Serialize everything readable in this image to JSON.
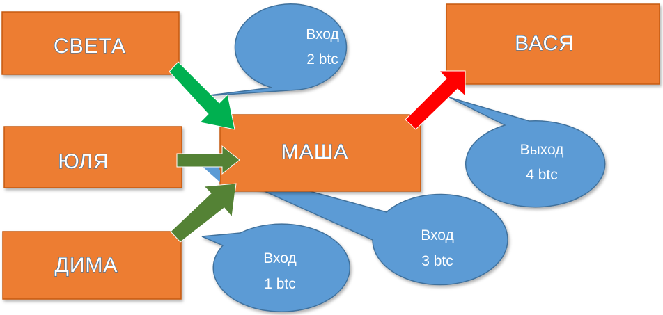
{
  "colors": {
    "node_fill": "#ed7d31",
    "node_border": "#c55a11",
    "callout_fill": "#5b9bd5",
    "callout_border": "#41719c",
    "arrow_sveta": "#00b050",
    "arrow_yulia": "#548235",
    "arrow_dima": "#548235",
    "arrow_vasya": "#ff0000"
  },
  "nodes": {
    "sveta": "СВЕТА",
    "yulia": "ЮЛЯ",
    "dima": "ДИМА",
    "masha": "МАША",
    "vasya": "ВАСЯ"
  },
  "callouts": {
    "sveta_in": {
      "line1": "Вход",
      "line2": "2 btc"
    },
    "dima_in": {
      "line1": "Вход",
      "line2": "1 btc"
    },
    "yulia_in": {
      "line1": "Вход",
      "line2": "3 btc"
    },
    "vasya_out": {
      "line1": "Выход",
      "line2": "4 btc"
    }
  }
}
